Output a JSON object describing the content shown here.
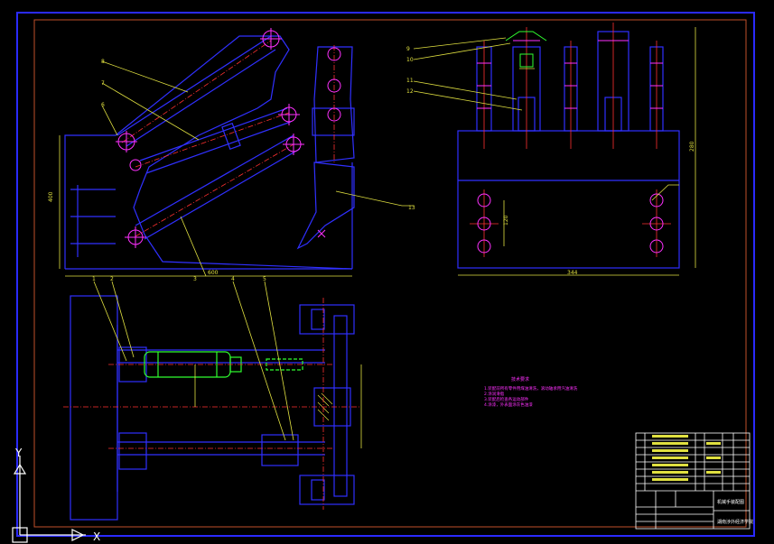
{
  "drawing": {
    "part_numbers_top": [
      "8",
      "7",
      "6",
      "13"
    ],
    "part_numbers_right": [
      "9",
      "10",
      "11",
      "12"
    ],
    "part_numbers_bottom": [
      "1",
      "2",
      "3",
      "4",
      "5"
    ],
    "dimension_texts": [
      "600",
      "400",
      "344",
      "280",
      "120"
    ],
    "notes_title": "技术要求",
    "notes_lines": [
      "1.装配前所有零件用煤油清洗，滚动轴承用汽油清洗",
      "2.涂润滑脂",
      "3.装配后检查各运动部件",
      "4.涂漆，外表面涂灰色油漆"
    ],
    "title_block": {
      "drawing_name": "机械手装配图",
      "school": "湖南涉外经济学院"
    },
    "ucs": {
      "x_axis": "X",
      "y_axis": "Y"
    },
    "colors": {
      "background": "#000000",
      "border_outer": "#2a2aff",
      "border_inner": "#c0502a",
      "part": "#3030ff",
      "center": "#ff3030",
      "magenta": "#ff30ff",
      "dimension": "#e0e040",
      "green": "#30ff30",
      "white": "#ffffff"
    }
  }
}
